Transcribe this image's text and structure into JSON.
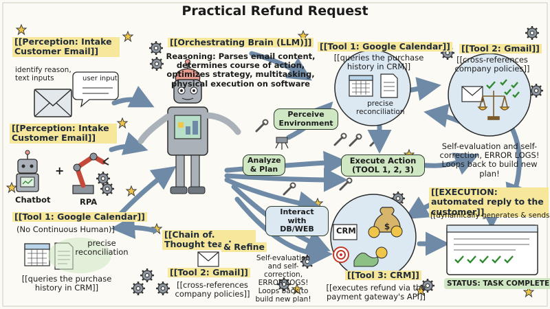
{
  "title": "Practical Refund Request",
  "perception_top": {
    "heading": "[[Perception: Intake Customer Email]]",
    "note": "identify reason, text inputs",
    "bubble": "user input"
  },
  "orchestrator": {
    "heading": "[[Orchestrating Brain (LLM)]]",
    "reasoning": "Reasoning: Parses email content, determines course of action, optimizes strategy, multitasking, physical execution on software"
  },
  "tool1_top": {
    "heading": "[[Tool 1: Google Calendar]]",
    "desc": "[[queries the purchase history in CRM]]",
    "caption": "precise reconciliation"
  },
  "tool2_top": {
    "heading": "[[Tool 2: Gmail]]",
    "desc": "[[cross-references company policies]]"
  },
  "perception_mid": {
    "heading": "[[Perception: Intake Customer Email]]",
    "chatbot": "Chatbot",
    "plus": "+",
    "rpa": "RPA"
  },
  "tool1_left": {
    "heading": "[[Tool 1: Google Calendar]]",
    "sub": "(No Continuous Human)]",
    "caption": "precise reconciliation",
    "desc": "[[queries the purchase history in CRM]]"
  },
  "labels": {
    "perceive": "Perceive Environment",
    "analyze": "Analyze & Plan",
    "execute": "Execute Action (TOOL 1, 2, 3)",
    "interact": "Interact with DB/WEB"
  },
  "self_eval_right": "Self-evaluation and self-correction, ERROR LOGS! Loops back to build new plan!",
  "self_eval_mid": "Self-evaluation and self-correction, ERROR LOGS! Loops back to build new plan!",
  "chain": {
    "heading": "[[Chain of. Thought teach",
    "refine": "& Refine"
  },
  "tool2_bottom": {
    "heading": "[[Tool 2: Gmail]]",
    "desc": "[[cross-references company policies]]"
  },
  "tool3": {
    "crm": "CRM",
    "heading": "[[Tool 3: CRM]]",
    "desc": "[[executes refund via the payment gateway's API]]"
  },
  "execution": {
    "heading": "[[EXECUTION: automated reply to the customer]]",
    "desc": "[[dynamically generates & sends]]",
    "status": "STATUS: TASK COMPLETED."
  },
  "colors": {
    "highlight": "#f6e79a",
    "green_pill": "#cfe7c3",
    "circle_fill": "#dce9f3",
    "arrow": "#6f8aa6",
    "robot_body": "#aab1b8",
    "brain": "#e89a8f"
  },
  "icons": [
    "star-icon",
    "gear-icon",
    "envelope-icon",
    "calendar-icon",
    "document-icon",
    "scales-icon",
    "checkmark-icon",
    "robot-icon",
    "robotic-arm-icon",
    "money-bag-icon",
    "dollar-coin-icon",
    "target-icon",
    "wrench-icon",
    "screen-icon"
  ]
}
